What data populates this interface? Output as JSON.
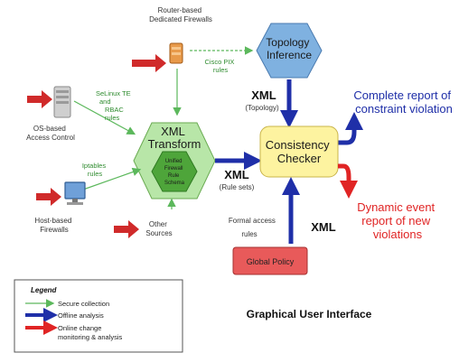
{
  "labels": {
    "router_firewalls": [
      "Router-based",
      "Dedicated Firewalls"
    ],
    "cisco_pix": [
      "Cisco PIX",
      "rules"
    ],
    "topology_inference": [
      "Topology",
      "Inference"
    ],
    "xml_topology_big": "XML",
    "xml_topology_small": "(Topology)",
    "complete_report": [
      "Complete report of",
      "constraint violation"
    ],
    "os_access": [
      "OS-based",
      "Access Control"
    ],
    "selinux": [
      "SeLinux TE",
      "and",
      "RBAC",
      "rules"
    ],
    "xml_transform": [
      "XML",
      "Transform"
    ],
    "unified_rule": [
      "Unified",
      "Firewall",
      "Rule",
      "Schema"
    ],
    "iptables": [
      "Iptables",
      "rules"
    ],
    "host_firewalls": [
      "Host-based",
      "Firewalls"
    ],
    "other_sources": [
      "Other",
      "Sources"
    ],
    "xml_rulesets_big": "XML",
    "xml_rulesets_small": "(Rule sets)",
    "consistency_checker": [
      "Consistency",
      "Checker"
    ],
    "dynamic_report": [
      "Dynamic event",
      "report of new",
      "violations"
    ],
    "formal_access": [
      "Formal access",
      "rules"
    ],
    "xml_policy_big": "XML",
    "global_policy": "Global Policy",
    "gui": "Graphical User Interface"
  },
  "legend": {
    "title": "Legend",
    "items": [
      {
        "label": "Secure collection",
        "color": "#5cb85c"
      },
      {
        "label": "Offline analysis",
        "color": "#1f2fa8"
      },
      {
        "label": [
          "Online change",
          "monitoring & analysis"
        ],
        "color": "#e02424"
      }
    ]
  },
  "colors": {
    "green": "#5cb85c",
    "blue": "#1f2fa8",
    "red": "#e02424",
    "hex_green": "#b8e6a8",
    "hex_blue": "#7fb1e0",
    "checker_yellow": "#fdf3a0",
    "policy_red": "#e85a5a"
  }
}
